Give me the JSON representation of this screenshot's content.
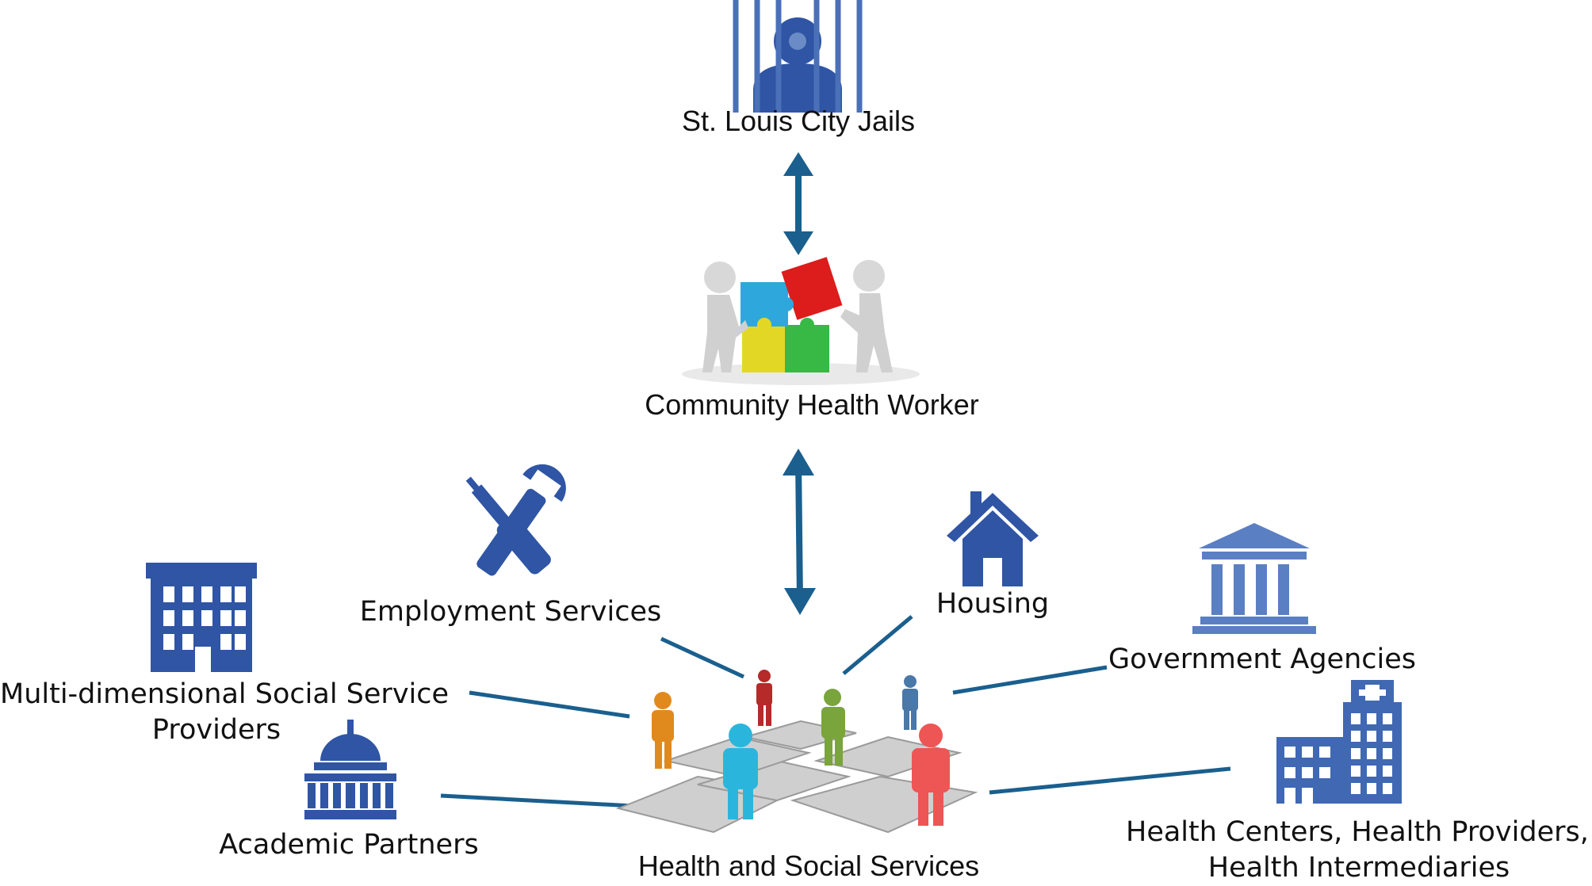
{
  "colors": {
    "arrow": "#1a5f8e",
    "icon": "#2f55a4",
    "icon_light": "#6b8bc6",
    "line": "#1a5f8e"
  },
  "nodes": {
    "jails": {
      "label": "St. Louis City Jails",
      "icon": "jail-cell-person-icon"
    },
    "chw": {
      "label": "Community Health Worker",
      "icon": "puzzle-teamwork-icon"
    },
    "hub": {
      "label": "Health and Social Services",
      "icon": "people-on-puzzle-icon"
    }
  },
  "services": {
    "employment": {
      "label": "Employment Services",
      "icon": "wrench-screwdriver-icon"
    },
    "housing": {
      "label": "Housing",
      "icon": "house-icon"
    },
    "government": {
      "label": "Government Agencies",
      "icon": "government-building-icon"
    },
    "multi": {
      "label_line1": "Multi-dimensional Social Service",
      "label_line2": "Providers",
      "icon": "office-building-icon"
    },
    "academic": {
      "label": "Academic Partners",
      "icon": "capitol-dome-icon"
    },
    "health": {
      "label_line1": "Health Centers, Health Providers, &",
      "label_line2": "Health Intermediaries",
      "icon": "hospital-icon"
    }
  }
}
